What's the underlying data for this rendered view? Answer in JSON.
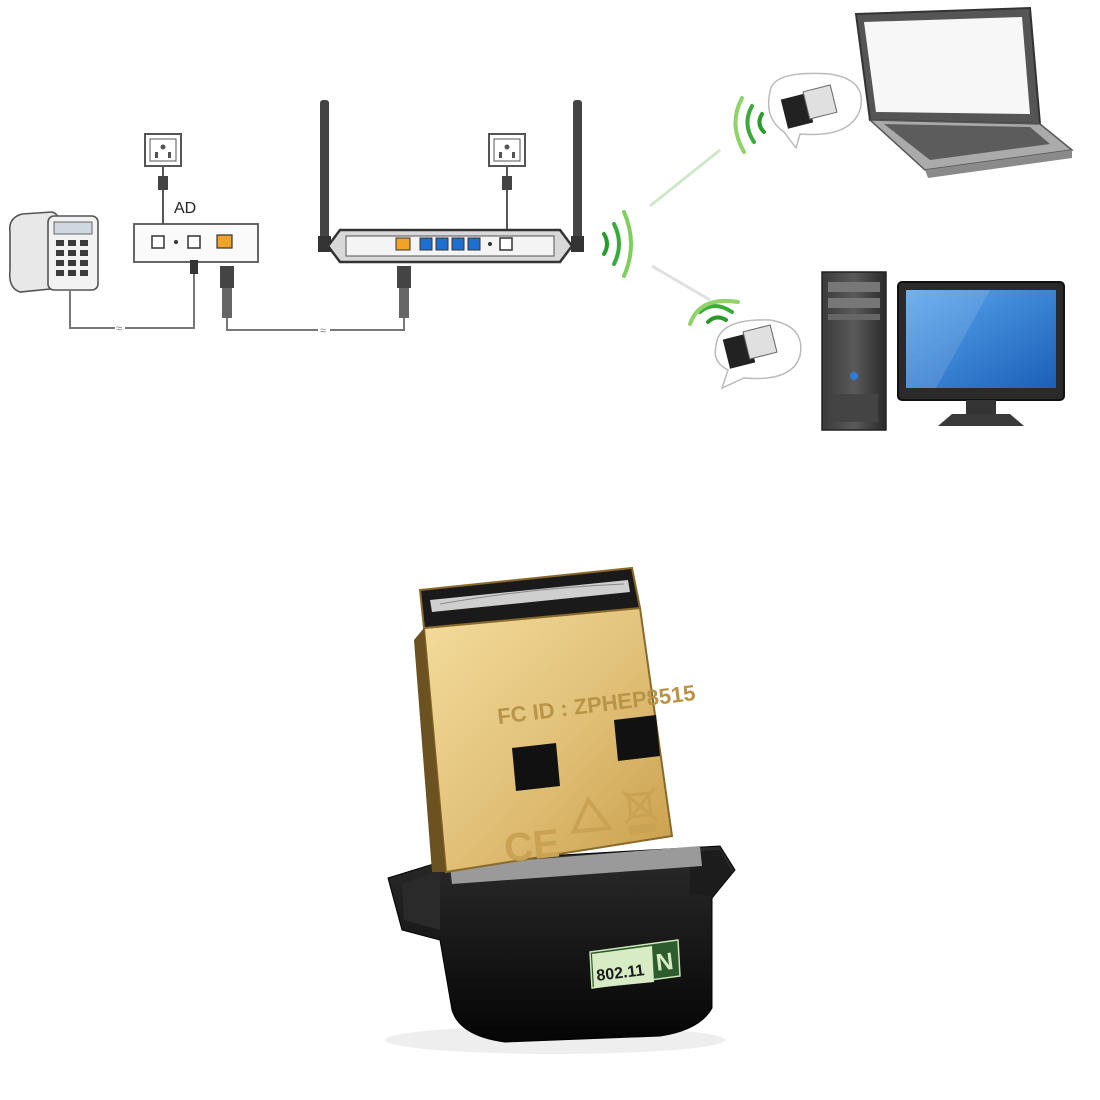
{
  "diagram": {
    "modem_label": "AD"
  },
  "product": {
    "fcc_id": "FC ID : ZPHEP8515",
    "standard_text": "802.11",
    "standard_letter": "N",
    "ce_mark": "CE"
  },
  "colors": {
    "gold": "#e2c27a",
    "gold_dark": "#b98f3e",
    "body_black": "#111111",
    "signal_green": "#2a9a2a",
    "port_blue": "#1f6fd0",
    "port_orange": "#f0a22a",
    "screen_blue": "#2b7fd6"
  },
  "icons": [
    "phone-icon",
    "power-outlet-icon",
    "adsl-modem-icon",
    "wireless-router-icon",
    "wifi-signal-icon",
    "laptop-icon",
    "desktop-pc-icon",
    "monitor-icon",
    "usb-wifi-adapter-icon"
  ]
}
